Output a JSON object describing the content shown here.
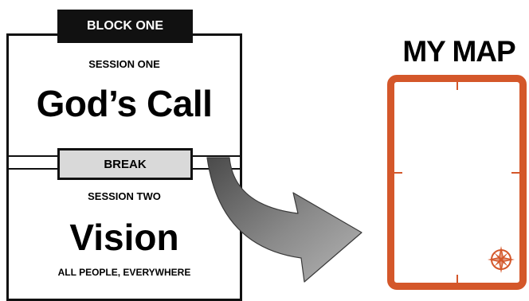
{
  "block": {
    "label": "BLOCK ONE"
  },
  "session_one": {
    "label": "SESSION ONE",
    "title": "God’s Call"
  },
  "break": {
    "label": "BREAK"
  },
  "session_two": {
    "label": "SESSION TWO",
    "title": "Vision",
    "subtitle": "ALL PEOPLE, EVERYWHERE"
  },
  "map": {
    "title": "MY MAP",
    "frame_color": "#d4572a",
    "icon": "compass-rose-icon"
  },
  "arrow": {
    "icon": "curved-arrow-icon",
    "color": "#777777"
  }
}
